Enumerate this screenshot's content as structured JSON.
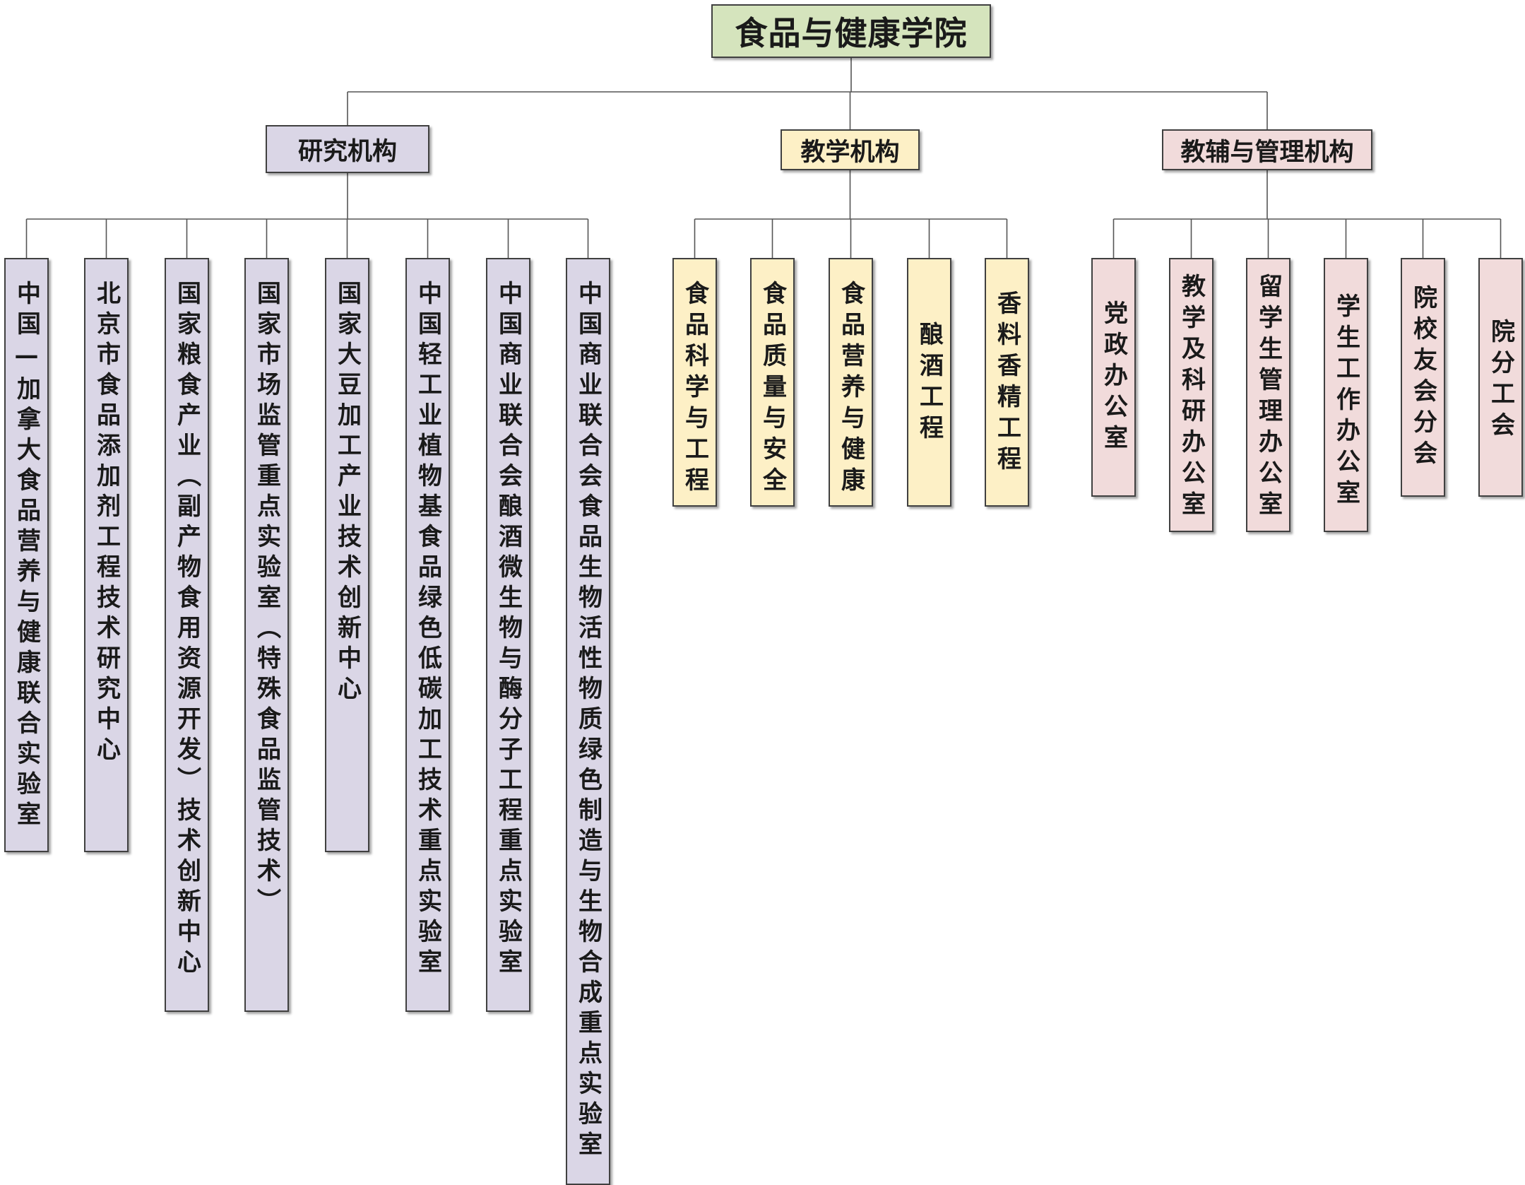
{
  "root": {
    "label": "食品与健康学院",
    "color": "#d5e4bd"
  },
  "groups": [
    {
      "key": "research",
      "label": "研究机构",
      "color": "#dad6e6",
      "units": [
        "中国—加拿大食品营养与健康联合实验室",
        "北京市食品添加剂工程技术研究中心",
        "国家粮食产业（副产物食用资源开发）技术创新中心",
        "国家市场监管重点实验室（特殊食品监管技术）",
        "国家大豆加工产业技术创新中心",
        "中国轻工业植物基食品绿色低碳加工技术重点实验室",
        "中国商业联合会酿酒微生物与酶分子工程重点实验室",
        "中国商业联合会食品生物活性物质绿色制造与生物合成重点实验室"
      ]
    },
    {
      "key": "teaching",
      "label": "教学机构",
      "color": "#fdf0c6",
      "units": [
        "食品科学与工程",
        "食品质量与安全",
        "食品营养与健康",
        "酿酒工程",
        "香料香精工程"
      ]
    },
    {
      "key": "admin",
      "label": "教辅与管理机构",
      "color": "#f1dbdb",
      "units": [
        "党政办公室",
        "教学及科研办公室",
        "留学生管理办公室",
        "学生工作办公室",
        "院校友会分会",
        "院分工会"
      ]
    }
  ]
}
